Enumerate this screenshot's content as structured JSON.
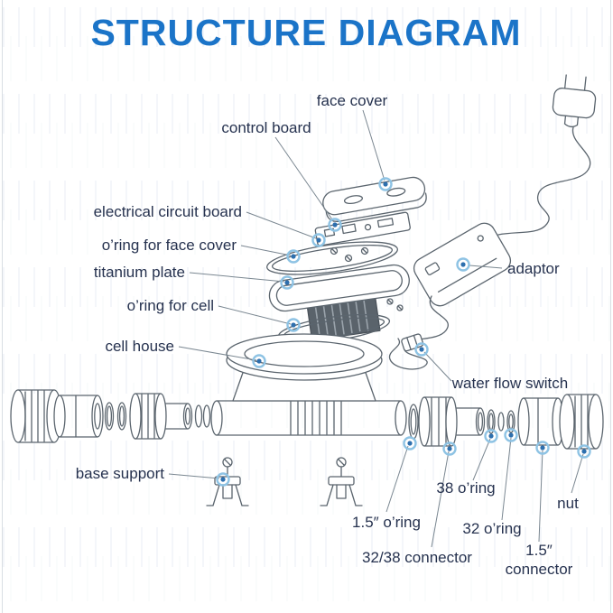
{
  "title": "STRUCTURE DIAGRAM",
  "labels": {
    "face_cover": "face cover",
    "control_board": "control board",
    "electrical_circuit_board": "electrical circuit board",
    "oring_face_cover": "o’ring for face cover",
    "titanium_plate": "titanium plate",
    "oring_cell": "o’ring for cell",
    "cell_house": "cell house",
    "adaptor": "adaptor",
    "water_flow_switch": "water flow switch",
    "base_support": "base support",
    "oring_15": "1.5″  o’ring",
    "oring_38": "38 o’ring",
    "oring_32": "32 o’ring",
    "connector_3238": "32/38 connector",
    "connector_15_line1": "1.5″",
    "connector_15_line2": "connector",
    "nut": "nut"
  },
  "colors": {
    "title": "#1b74c8",
    "label_text": "#26324f",
    "marker_ring": "#8ec3e4",
    "marker_dot": "#2d6fae",
    "line_art": "#5b656e",
    "plate_fill": "#5a636b"
  }
}
